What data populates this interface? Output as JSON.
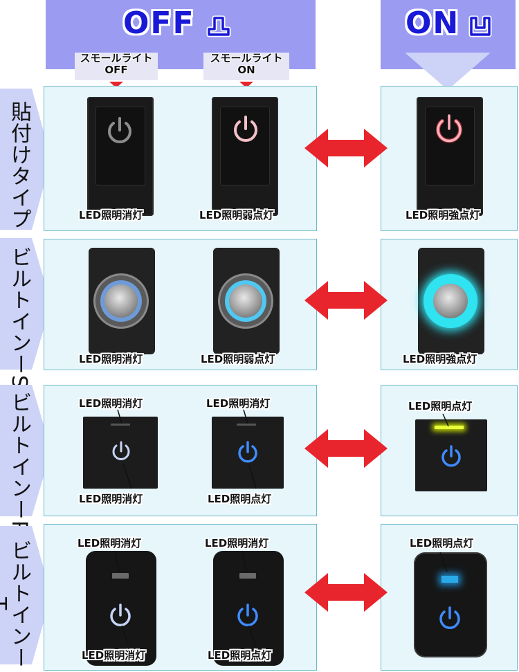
{
  "header": {
    "off_title": "OFF",
    "on_title": "ON",
    "off_sub": {
      "left": {
        "line1": "スモールライト",
        "line2": "OFF"
      },
      "right": {
        "line1": "スモールライト",
        "line2": "ON"
      }
    }
  },
  "rows": [
    {
      "label": "貼付けタイプ",
      "captions": [
        "LED照明消灯",
        "LED照明弱点灯",
        "LED照明強点灯"
      ]
    },
    {
      "label": "ビルトインーS",
      "captions": [
        "LED照明消灯",
        "LED照明弱点灯",
        "LED照明強点灯"
      ]
    },
    {
      "label": "ビルトインーP",
      "top_captions": [
        "LED照明消灯",
        "LED照明消灯",
        "LED照明点灯"
      ],
      "bottom_captions": [
        "LED照明消灯",
        "LED照明点灯"
      ]
    },
    {
      "label": "ビルトインーT",
      "top_captions": [
        "LED照明消灯",
        "LED照明消灯",
        "LED照明点灯"
      ],
      "bottom_captions": [
        "LED照明消灯",
        "LED照明点灯"
      ]
    }
  ],
  "colors": {
    "header_band": "#9b9bf2",
    "title_text": "#1919d6",
    "panel_bg": "#e6f6fb",
    "arrow": "#e8252d",
    "power_pink": "#ff9aa0",
    "power_blue": "#3f8cff",
    "ring_cyan": "#2fe3f0",
    "led_yellow": "#d8f000"
  },
  "icons": [
    "off-switch-icon",
    "on-switch-icon",
    "power-icon",
    "double-arrow-icon"
  ]
}
